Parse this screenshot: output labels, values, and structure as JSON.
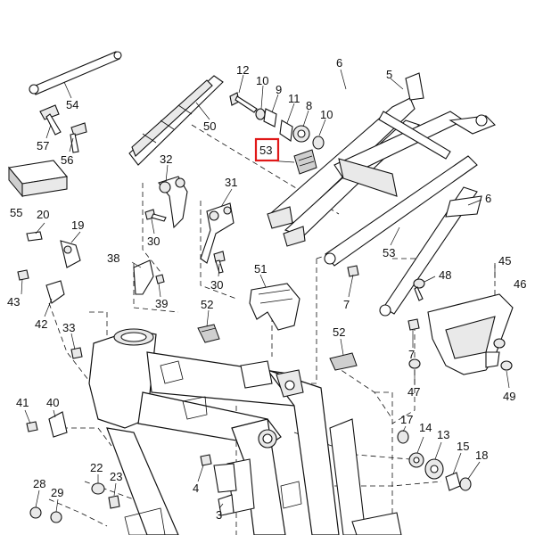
{
  "diagram": {
    "highlighted_callout": "53",
    "highlight_color": "#e01818",
    "callouts": {
      "c1": "12",
      "c2": "10",
      "c3": "9",
      "c4": "11",
      "c5": "8",
      "c6": "10",
      "c7": "6",
      "c8": "5",
      "c9": "50",
      "c10": "54",
      "c11": "57",
      "c12": "56",
      "c13": "53",
      "c14": "32",
      "c15": "55",
      "c16": "20",
      "c17": "19",
      "c18": "31",
      "c19": "30",
      "c20": "30",
      "c21": "6",
      "c22": "53",
      "c23": "45",
      "c24": "46",
      "c25": "38",
      "c26": "39",
      "c27": "51",
      "c28": "48",
      "c29": "43",
      "c30": "42",
      "c31": "52",
      "c32": "7",
      "c33": "7",
      "c34": "33",
      "c35": "52",
      "c36": "47",
      "c37": "49",
      "c38": "41",
      "c39": "40",
      "c40": "17",
      "c41": "14",
      "c42": "13",
      "c43": "15",
      "c44": "18",
      "c45": "22",
      "c46": "4",
      "c47": "23",
      "c48": "28",
      "c49": "29",
      "c50": "3"
    }
  }
}
